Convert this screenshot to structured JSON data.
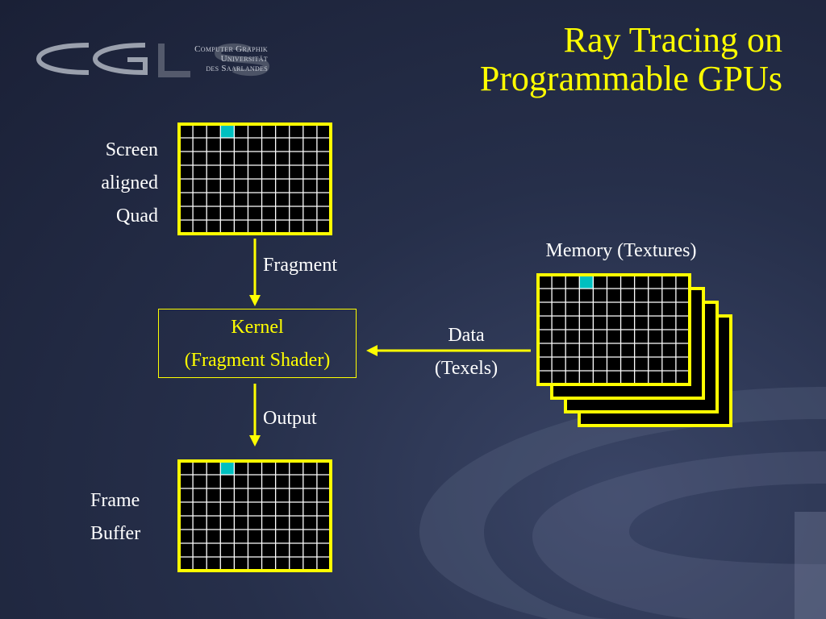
{
  "logo": {
    "lines": [
      "Computer Graphik",
      "Universität",
      "des Saarlandes"
    ]
  },
  "title": {
    "line1": "Ray Tracing on",
    "line2": "Programmable GPUs"
  },
  "diagram": {
    "screen_quad_label": [
      "Screen",
      "aligned",
      "Quad"
    ],
    "fragment_label": "Fragment",
    "kernel": {
      "line1": "Kernel",
      "line2": "(Fragment Shader)"
    },
    "output_label": "Output",
    "frame_buffer_label": [
      "Frame",
      "Buffer"
    ],
    "memory_label": "Memory (Textures)",
    "data_label": {
      "line1": "Data",
      "line2": "(Texels)"
    }
  },
  "colors": {
    "accent": "#ffff00",
    "highlight_cell": "#00c0c0",
    "grid_line": "#ffffff",
    "text": "#ffffff"
  }
}
